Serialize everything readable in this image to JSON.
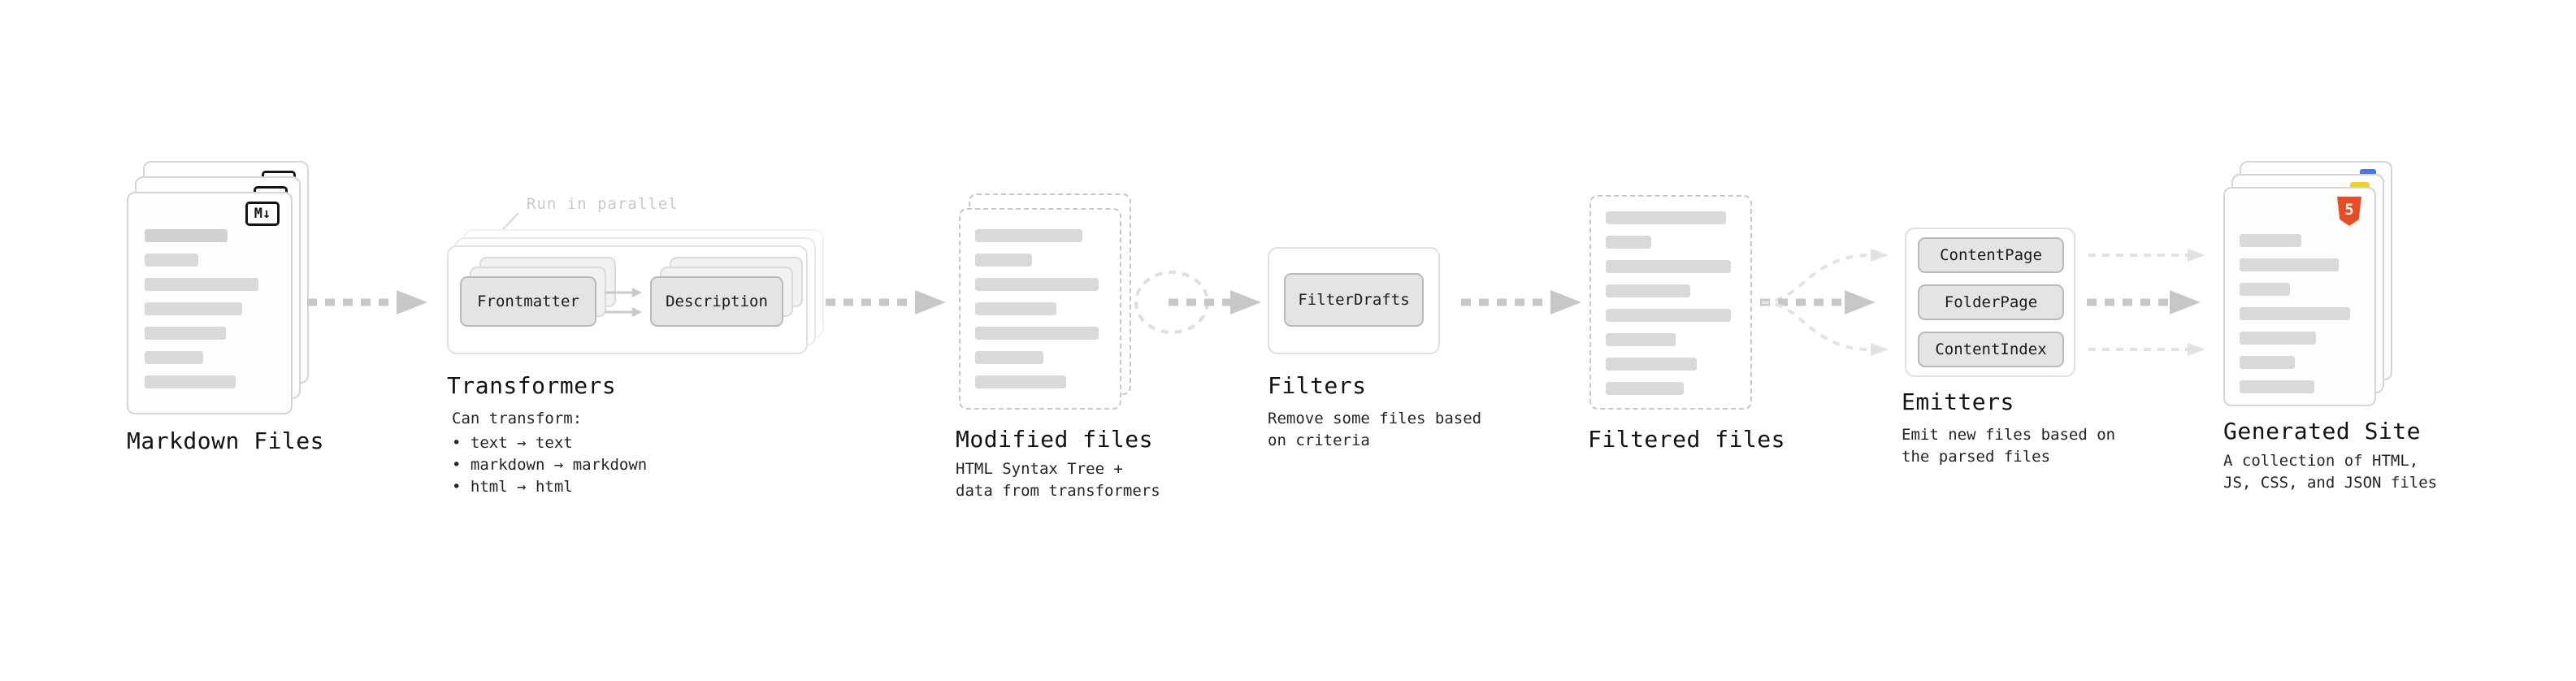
{
  "colors": {
    "arrow": "#c7c7c7",
    "arrow_light": "#e2e2e2",
    "placeholder_bar": "#d9d9d9",
    "chip_background": "#e4e4e4",
    "html5_orange": "#e44d26",
    "js_yellow": "#f1d21b",
    "css_blue": "#4f74e8",
    "note_gray": "#c9c9c9"
  },
  "stages": {
    "markdown_files": {
      "label": "Markdown Files",
      "badge": "M↓"
    },
    "transformers": {
      "label": "Transformers",
      "note": "Run in parallel",
      "buttons": [
        "Frontmatter",
        "Description"
      ],
      "caption_title": "Can transform:",
      "caption_bullets": [
        "• text → text",
        "• markdown → markdown",
        "• html → html"
      ]
    },
    "modified_files": {
      "label": "Modified files",
      "caption": [
        "HTML Syntax Tree +",
        "data from transformers"
      ]
    },
    "filters": {
      "label": "Filters",
      "buttons": [
        "FilterDrafts"
      ],
      "caption": [
        "Remove some files based",
        "on criteria"
      ]
    },
    "filtered_files": {
      "label": "Filtered files"
    },
    "emitters": {
      "label": "Emitters",
      "buttons": [
        "ContentPage",
        "FolderPage",
        "ContentIndex"
      ],
      "caption": [
        "Emit new files based on",
        "the parsed files"
      ]
    },
    "generated_site": {
      "label": "Generated Site",
      "badge": "5",
      "caption": [
        "A collection of HTML,",
        "JS, CSS, and JSON files"
      ]
    }
  }
}
